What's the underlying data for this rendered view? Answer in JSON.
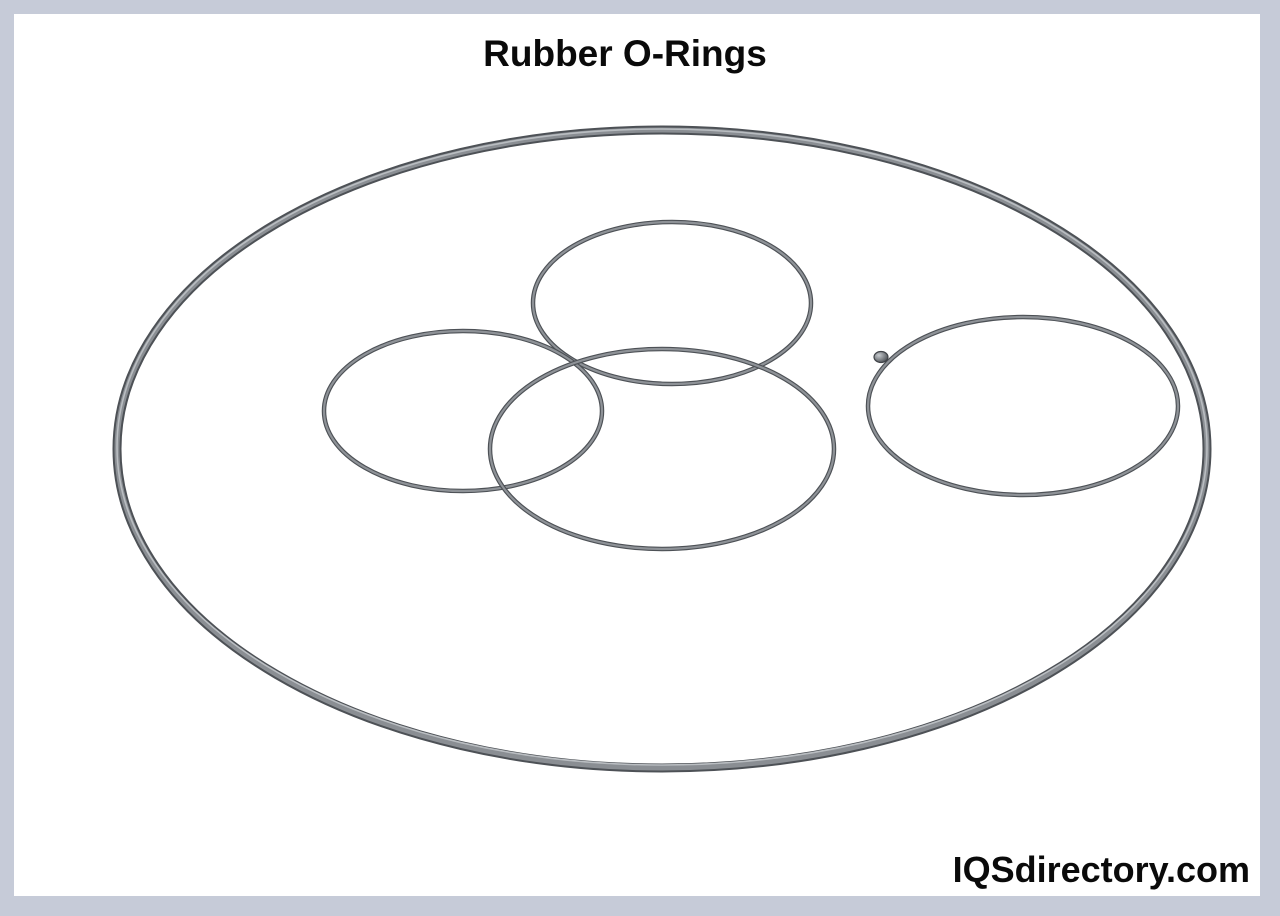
{
  "title": "Rubber O-Rings",
  "brand": "IQSdirectory.com",
  "colors": {
    "frame": "#c6cbd8",
    "ring_dark": "#4d5156",
    "ring_mid": "#7a7f85",
    "ring_light": "#b4b8bd",
    "text": "#0a0a0a"
  },
  "rings": [
    {
      "name": "large-outer-o-ring"
    },
    {
      "name": "top-center-o-ring"
    },
    {
      "name": "left-o-ring"
    },
    {
      "name": "center-o-ring"
    },
    {
      "name": "right-o-ring"
    },
    {
      "name": "tiny-o-ring"
    }
  ]
}
